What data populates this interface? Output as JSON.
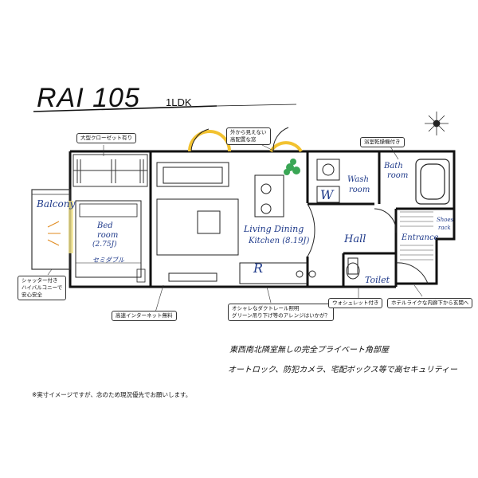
{
  "header": {
    "title": "RAI 105",
    "layout": "1LDK"
  },
  "rooms": {
    "balcony": "Balcony",
    "bed_line1": "Bed",
    "bed_line2": "room",
    "bed_size": "(2.75J)",
    "semi_double": "セミダブル",
    "ldk_line1": "Living Dining",
    "ldk_line2": "Kitchen (8.19J)",
    "refrigerator": "R",
    "washer": "W",
    "wash_line1": "Wash",
    "wash_line2": "room",
    "bath_line1": "Bath",
    "bath_line2": "room",
    "hall": "Hall",
    "entrance": "Entrance",
    "shoes_line1": "Shoes",
    "shoes_line2": "rack",
    "toilet": "Toilet"
  },
  "callouts": {
    "closet": "大型クローゼット有り",
    "window_line1": "外から見えない",
    "window_line2": "高配置な窓",
    "bath_dryer": "浴室乾燥機付き",
    "shutter_line1": "シャッター付き",
    "shutter_line2": "ハイバルコニーで",
    "shutter_line3": "安心安全",
    "internet": "高速インターネット無料",
    "lighting_line1": "オシャレなダクトレール照明",
    "lighting_line2": "グリーン吊り下げ等のアレンジはいかが？",
    "washlet": "ウォシュレット付き",
    "entry_door": "ホテルライクな内廊下から玄関へ"
  },
  "notes": {
    "line1": "東西南北隣室無しの完全プライベート角部屋",
    "line2": "オートロック、防犯カメラ、宅配ボックス等で高セキュリティー"
  },
  "footnote": "※実寸イメージですが、念のため現況優先でお願いします。",
  "colors": {
    "ink": "#111111",
    "hand_blue": "#1f3a8a",
    "window_yellow": "#f2c230",
    "plant_green": "#3aa655"
  }
}
